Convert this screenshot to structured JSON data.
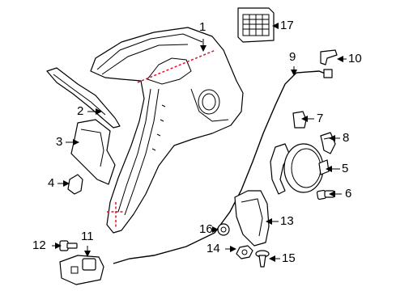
{
  "callouts": [
    {
      "key": "c1",
      "text": "1"
    },
    {
      "key": "c2",
      "text": "2"
    },
    {
      "key": "c3",
      "text": "3"
    },
    {
      "key": "c4",
      "text": "4"
    },
    {
      "key": "c5",
      "text": "5"
    },
    {
      "key": "c6",
      "text": "6"
    },
    {
      "key": "c7",
      "text": "7"
    },
    {
      "key": "c8",
      "text": "8"
    },
    {
      "key": "c9",
      "text": "9"
    },
    {
      "key": "c10",
      "text": "10"
    },
    {
      "key": "c11",
      "text": "11"
    },
    {
      "key": "c12",
      "text": "12"
    },
    {
      "key": "c13",
      "text": "13"
    },
    {
      "key": "c14",
      "text": "14"
    },
    {
      "key": "c15",
      "text": "15"
    },
    {
      "key": "c16",
      "text": "16"
    },
    {
      "key": "c17",
      "text": "17"
    }
  ],
  "colors": {
    "line": "#000000",
    "cut_line": "#e0102a",
    "background": "#ffffff"
  }
}
